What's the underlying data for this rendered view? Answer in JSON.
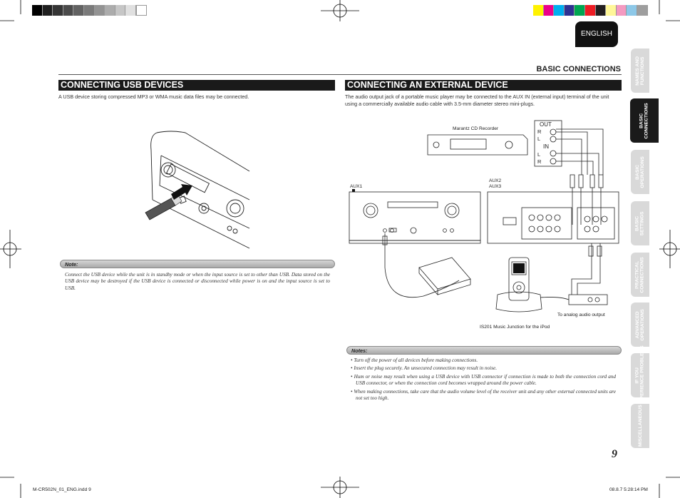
{
  "page": {
    "language": "ENGLISH",
    "section_title": "BASIC CONNECTIONS",
    "page_number": "9",
    "footer_left": "M-CR502N_01_ENG.indd   9",
    "footer_right": "08.8.7   5:28:14 PM"
  },
  "colors": {
    "gray_swatches": [
      "#000000",
      "#1f1f1f",
      "#353535",
      "#4b4b4b",
      "#626262",
      "#7a7a7a",
      "#939393",
      "#acacac",
      "#c6c6c6",
      "#e0e0e0",
      "#ffffff"
    ],
    "color_swatches": [
      "#fff200",
      "#ec008c",
      "#00aeef",
      "#2e3192",
      "#00a651",
      "#ed1c24",
      "#231f20",
      "#fff799",
      "#f49ac1",
      "#8dc8e8",
      "#9e9e9e"
    ]
  },
  "usb_section": {
    "title": "CONNECTING USB DEVICES",
    "intro": "A USB device storing compressed MP3 or WMA music data files may be connected.",
    "note_label": "Note:",
    "note_text": "Connect the USB device while the unit is in standby mode or when the input source is set to other than USB. Data stored on the USB device may be destroyed if the USB device is connected or disconnected while power is on and the input source is set to USB."
  },
  "external_section": {
    "title": "CONNECTING AN EXTERNAL DEVICE",
    "intro": "The audio output jack of a portable music player may be connected to the AUX IN (external input) terminal of the unit using a commercially available audio cable with 3.5-mm diameter stereo mini-plugs.",
    "diagram": {
      "cd_recorder": "Marantz CD Recorder",
      "out": "OUT",
      "in": "IN",
      "r": "R",
      "l": "L",
      "aux1": "AUX1",
      "aux2": "AUX2",
      "aux3": "AUX3",
      "analog_out": "To analog audio output",
      "ipod_dock": "IS201 Music Junction for the iPod"
    },
    "notes_label": "Notes:",
    "notes": [
      "Turn off the power of all devices before making connections.",
      "Insert the plug securely. An unsecured connection may result in noise.",
      "Hum or noise may result when using a USB device with USB connector if connection is made to both the connection cord and USB connector, or when the connection cord becomes wrapped around the power cable.",
      "When making connections, take care that the audio volume level of the receiver unit and any other external connected units are not set too high."
    ]
  },
  "side_tabs": [
    {
      "label": "NAMES AND FUNCTIONS",
      "active": false
    },
    {
      "label": "BASIC CONNECTIONS",
      "active": true
    },
    {
      "label": "BASIC OPERATIONS",
      "active": false
    },
    {
      "label": "BASIC SETTINGS",
      "active": false
    },
    {
      "label": "PRACTICAL CONNECTIONS",
      "active": false
    },
    {
      "label": "ADVANCED OPERATIONS",
      "active": false
    },
    {
      "label": "IF YOU EXPERIENCE PROBLEMS",
      "active": false
    },
    {
      "label": "MISCELLANEOUS",
      "active": false
    }
  ]
}
